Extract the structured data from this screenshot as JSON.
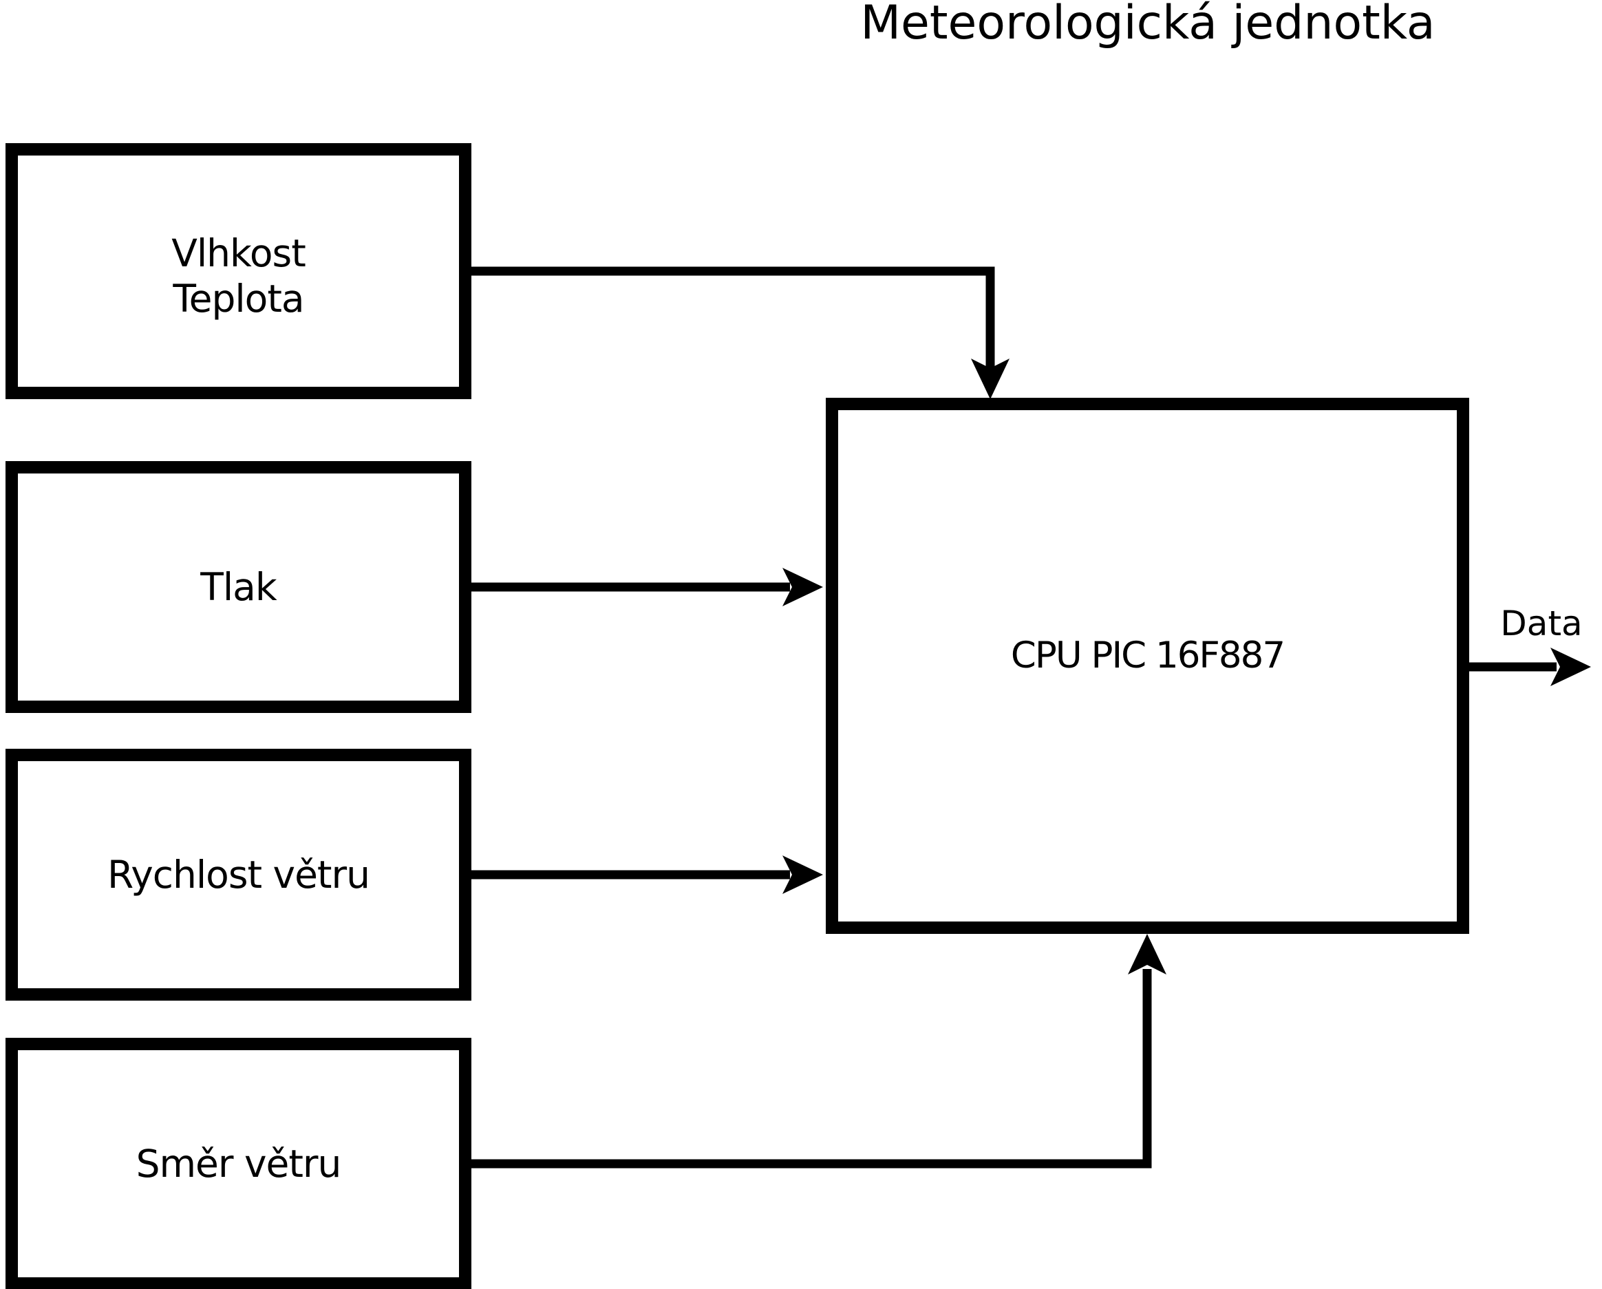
{
  "diagram": {
    "title": "Meteorologická jednotka",
    "nodes": [
      {
        "id": "vlhkost-teplota",
        "type": "sensor",
        "lines": [
          "Vlhkost",
          "Teplota"
        ]
      },
      {
        "id": "tlak",
        "type": "sensor",
        "lines": [
          "Tlak"
        ]
      },
      {
        "id": "rychlost-vetru",
        "type": "sensor",
        "lines": [
          "Rychlost větru"
        ]
      },
      {
        "id": "smer-vetru",
        "type": "sensor",
        "lines": [
          "Směr větru"
        ]
      },
      {
        "id": "cpu",
        "type": "processor",
        "lines": [
          "CPU PIC 16F887"
        ]
      }
    ],
    "output_label": "Data",
    "connections": [
      {
        "from": "vlhkost-teplota",
        "to": "cpu",
        "enters": "top"
      },
      {
        "from": "tlak",
        "to": "cpu",
        "enters": "left"
      },
      {
        "from": "rychlost-vetru",
        "to": "cpu",
        "enters": "left"
      },
      {
        "from": "smer-vetru",
        "to": "cpu",
        "enters": "bottom"
      },
      {
        "from": "cpu",
        "to": "data-output",
        "exits": "right"
      }
    ],
    "colors": {
      "stroke": "#000000",
      "background": "#ffffff"
    }
  }
}
